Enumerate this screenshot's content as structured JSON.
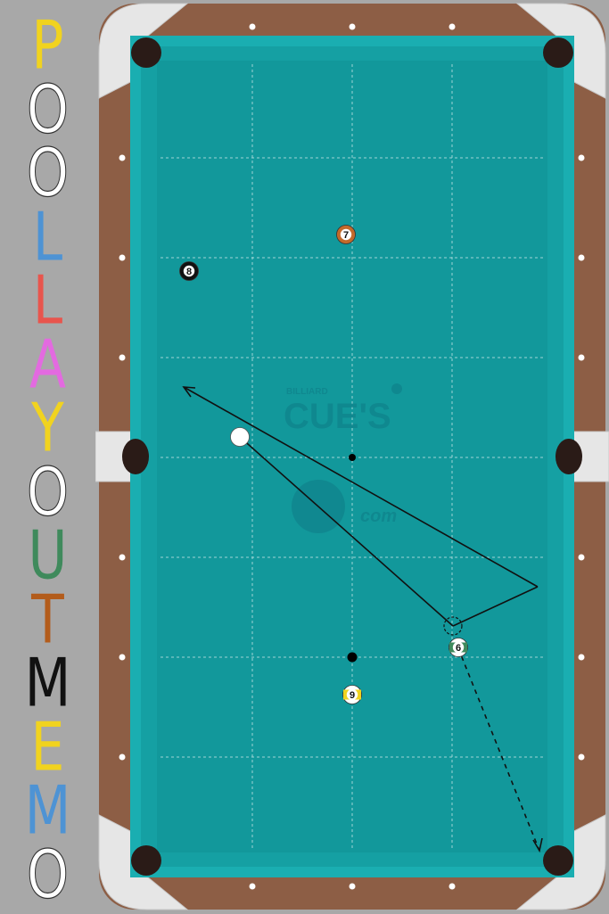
{
  "sidebar": {
    "letters": [
      {
        "char": "P",
        "color": "#f1d31f"
      },
      {
        "char": "O",
        "color": "#ffffff"
      },
      {
        "char": "O",
        "color": "#ffffff"
      },
      {
        "char": "L",
        "color": "#4e93d4"
      },
      {
        "char": "L",
        "color": "#e8554d"
      },
      {
        "char": "A",
        "color": "#e36ae0"
      },
      {
        "char": "Y",
        "color": "#f1d31f"
      },
      {
        "char": "O",
        "color": "#ffffff"
      },
      {
        "char": "U",
        "color": "#3f8a5c"
      },
      {
        "char": "T",
        "color": "#b35c1b"
      },
      {
        "char": "M",
        "color": "#111111"
      },
      {
        "char": "E",
        "color": "#f1d31f"
      },
      {
        "char": "M",
        "color": "#4e93d4"
      },
      {
        "char": "O",
        "color": "#ffffff"
      }
    ]
  },
  "watermark": {
    "small": "BILLIARD",
    "large": "CUE'S",
    "brand": "com"
  },
  "balls": [
    {
      "id": "7",
      "label": "7",
      "color": "#c26a2b",
      "stripe": false
    },
    {
      "id": "8",
      "label": "8",
      "color": "#111111",
      "stripe": false
    },
    {
      "id": "6",
      "label": "6",
      "color": "#3f8a5c",
      "stripe": true
    },
    {
      "id": "9",
      "label": "9",
      "color": "#f1d31f",
      "stripe": true
    }
  ],
  "colors": {
    "felt": "#15a0a3",
    "rail": "#8d5e45",
    "corner": "#e8e8e8",
    "pocket": "#2a1b17"
  }
}
